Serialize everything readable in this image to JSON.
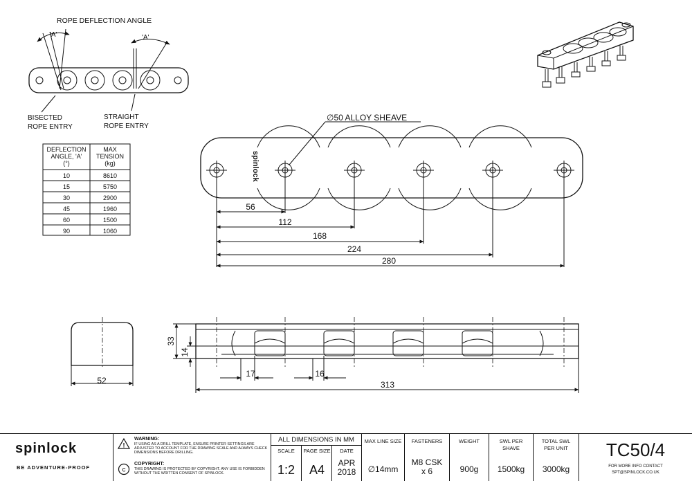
{
  "top_left_view": {
    "title": "ROPE DEFLECTION ANGLE",
    "angle_label_left": "'A'",
    "angle_label_right": "'A'",
    "label_bisected_line1": "BISECTED",
    "label_bisected_line2": "ROPE ENTRY",
    "label_straight_line1": "STRAIGHT",
    "label_straight_line2": "ROPE ENTRY"
  },
  "deflection_table": {
    "header_col1": [
      "DEFLECTION",
      "ANGLE, 'A'",
      "(°)"
    ],
    "header_col2": [
      "MAX",
      "TENSION",
      "(kg)"
    ],
    "rows": [
      [
        "10",
        "8610"
      ],
      [
        "15",
        "5750"
      ],
      [
        "30",
        "2900"
      ],
      [
        "45",
        "1960"
      ],
      [
        "60",
        "1500"
      ],
      [
        "90",
        "1060"
      ]
    ]
  },
  "plan_view": {
    "sheave_callout": "∅50  ALLOY SHEAVE",
    "side_text": "spinlock",
    "dims": [
      "56",
      "112",
      "168",
      "224",
      "280"
    ]
  },
  "side_view": {
    "dims": {
      "overall_height": "33",
      "sheave_height": "14",
      "width": "52",
      "pitch_a": "17",
      "pitch_b": "16",
      "overall_length": "313"
    }
  },
  "title_block": {
    "brand": "spinlock",
    "tagline": "BE ADVENTURE-PROOF",
    "warning_title": "WARNING:",
    "warning_text": "IF USING AS A DRILL TEMPLATE, ENSURE PRINTER SETTINGS ARE ADJUSTED TO ACCOUNT FOR THE DRAWING SCALE AND ALWAYS CHECK DIMENSIONS BEFORE DRILLING.",
    "copyright_title": "COPYRIGHT:",
    "copyright_text": "THIS DRAWING IS PROTECTED BY COPYRIGHT. ANY USE IS FORBIDDEN WITHOUT THE WRITTEN CONSENT OF SPINLOCK.",
    "all_dims": "ALL DIMENSIONS IN MM",
    "scale_label": "SCALE",
    "scale_value": "1:2",
    "page_size_label": "PAGE SIZE",
    "page_size_value": "A4",
    "date_label": "DATE",
    "date_value_line1": "APR",
    "date_value_line2": "2018",
    "max_line_label": "MAX LINE SIZE",
    "max_line_value": "∅14mm",
    "fasteners_label": "FASTENERS",
    "fasteners_value_line1": "M8 CSK",
    "fasteners_value_line2": "x 6",
    "weight_label": "WEIGHT",
    "weight_value": "900g",
    "swl_sheave_label_line1": "SWL PER",
    "swl_sheave_label_line2": "SHAVE",
    "swl_sheave_value": "1500kg",
    "swl_unit_label_line1": "TOTAL SWL",
    "swl_unit_label_line2": "PER UNIT",
    "swl_unit_value": "3000kg",
    "part_number": "TC50/4",
    "contact_line1": "FOR MORE INFO CONTACT",
    "contact_line2": "SPT@SPINLOCK.CO.UK"
  }
}
